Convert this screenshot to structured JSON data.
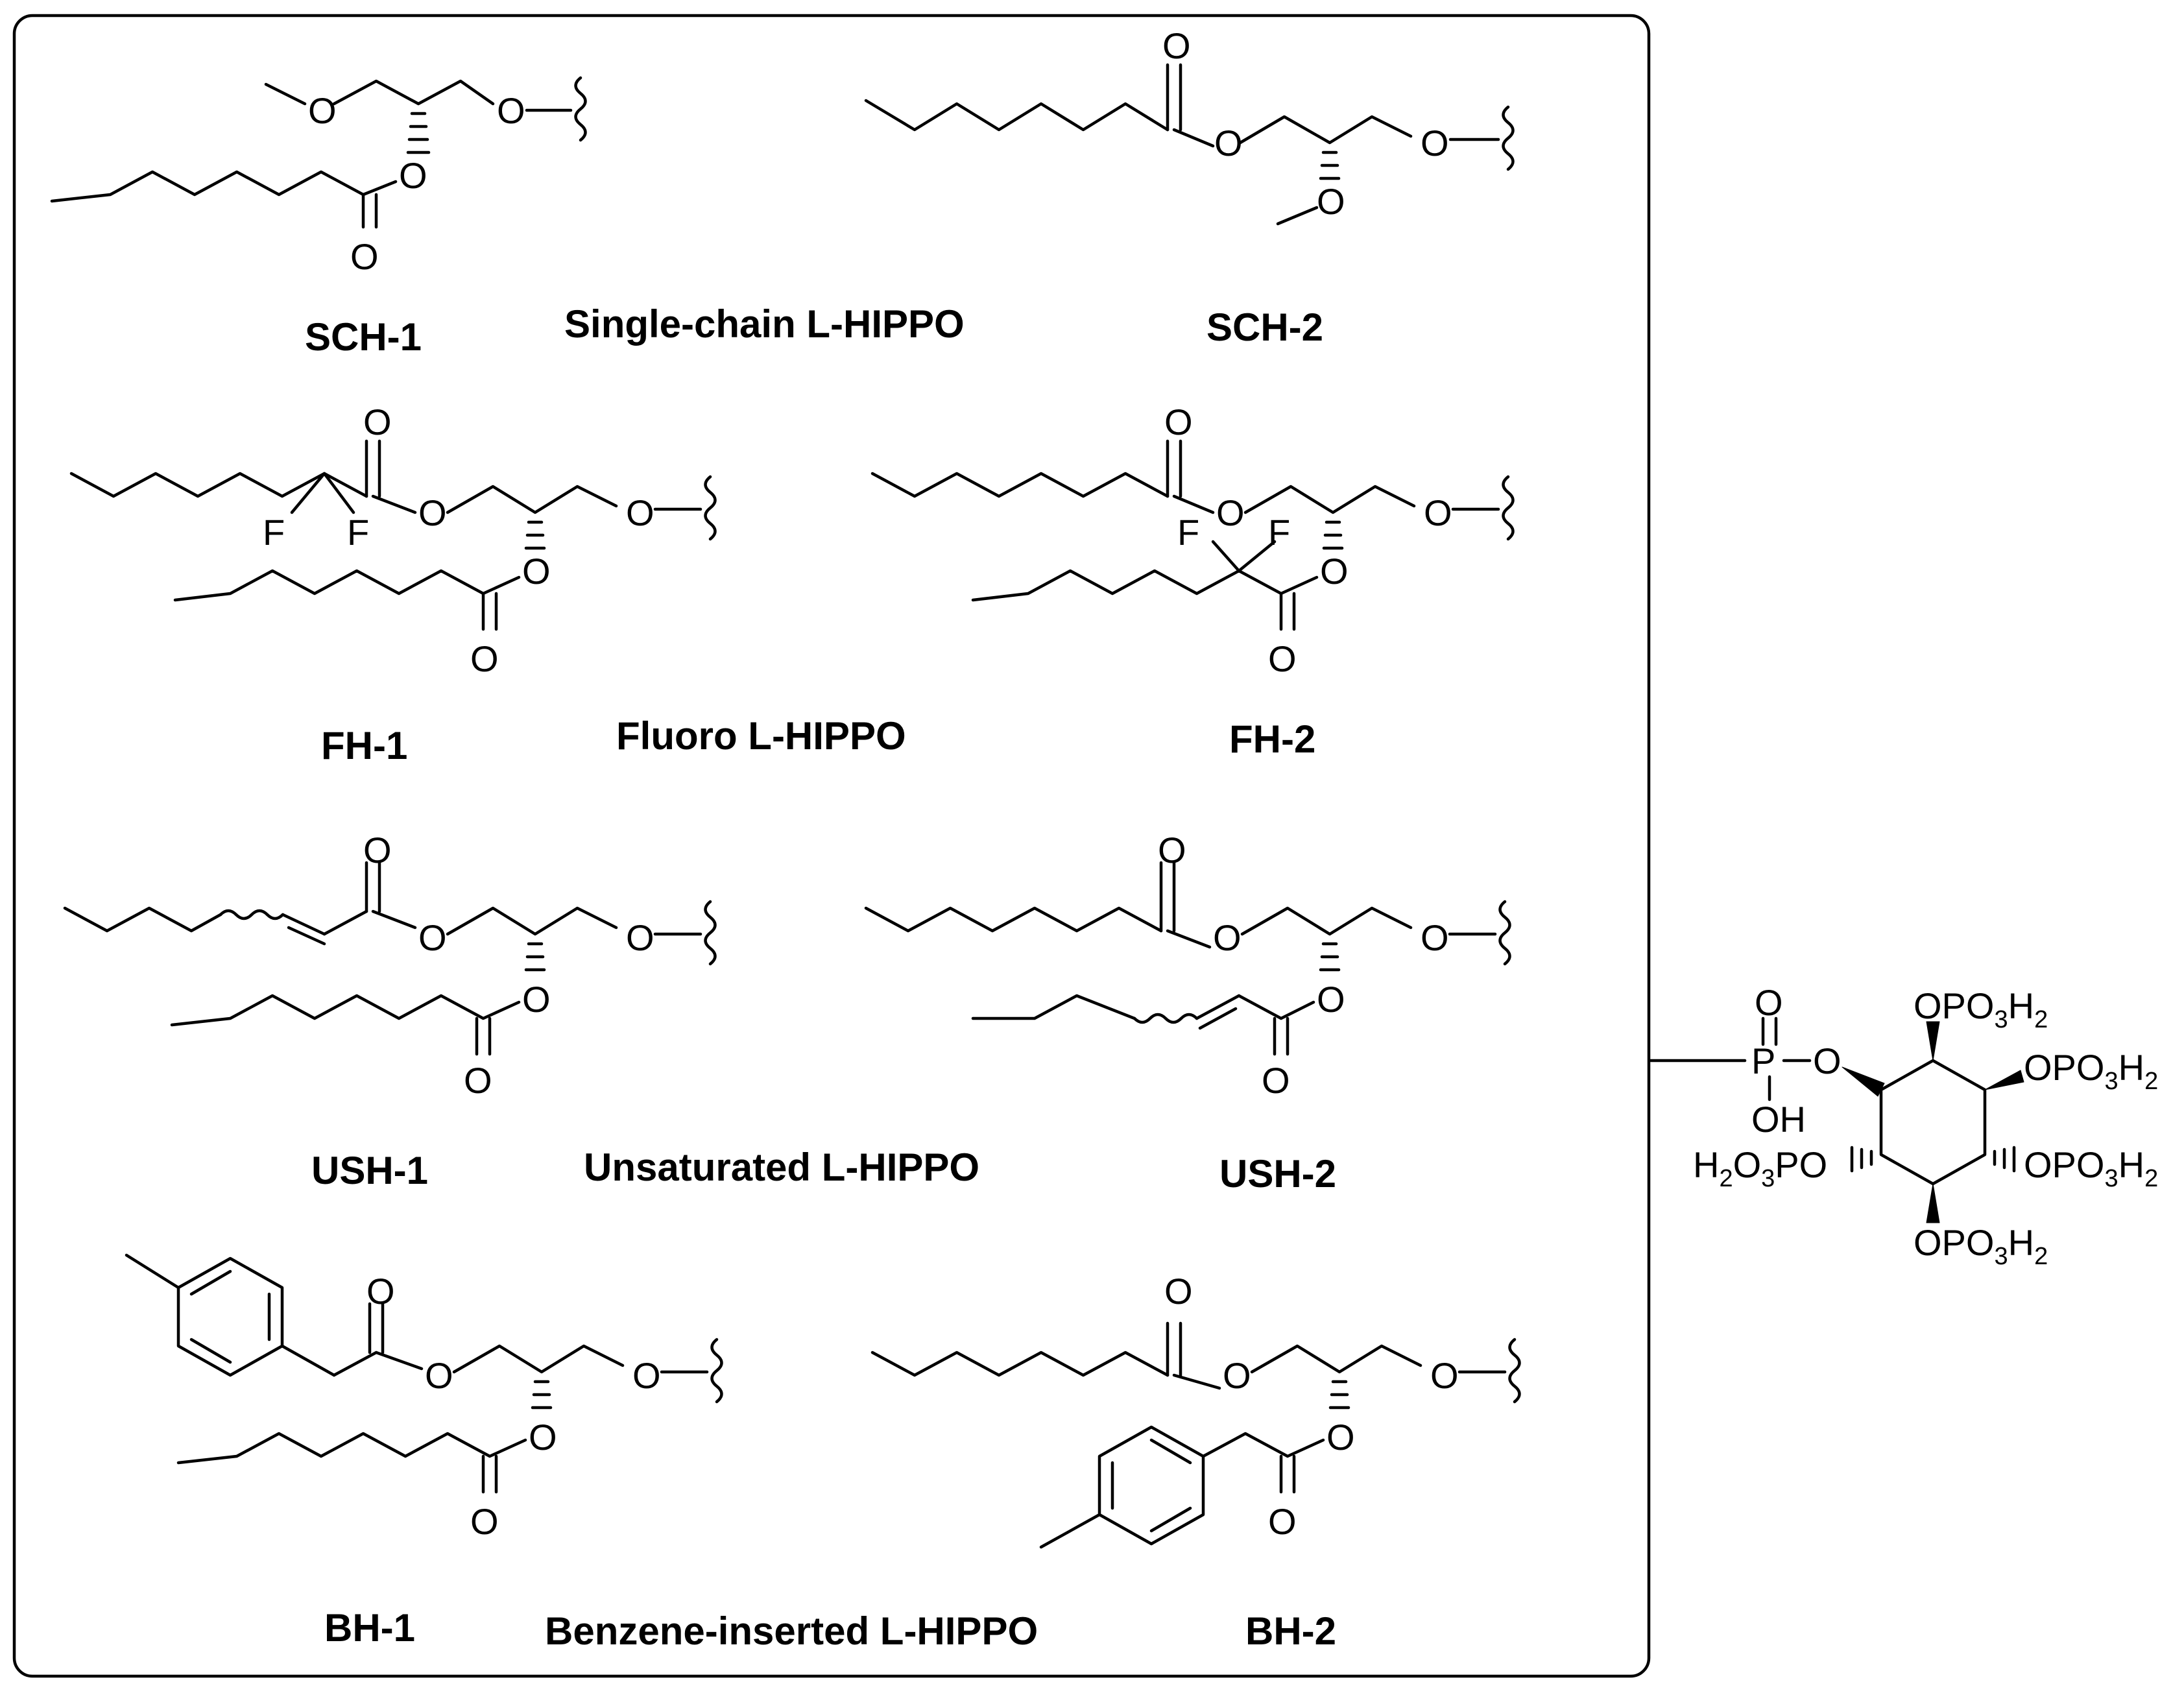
{
  "groups": [
    {
      "title": "Single-chain L-HIPPO",
      "left": "SCH-1",
      "right": "SCH-2"
    },
    {
      "title": "Fluoro L-HIPPO",
      "left": "FH-1",
      "right": "FH-2"
    },
    {
      "title": "Unsaturated L-HIPPO",
      "left": "USH-1",
      "right": "USH-2"
    },
    {
      "title": "Benzene-inserted L-HIPPO",
      "left": "BH-1",
      "right": "BH-2"
    }
  ],
  "atoms": {
    "oxygen": "O",
    "fluorine": "F",
    "phosphorus": "P",
    "hydroxyl": "OH"
  },
  "headgroup": {
    "substituent_prefix": "OPO",
    "substituent_sub1": "3",
    "substituent_mid": "H",
    "substituent_sub2": "2",
    "left_prefix": "H",
    "left_sub1": "2",
    "left_mid": "O",
    "left_sub2": "3",
    "left_suffix": "PO"
  }
}
